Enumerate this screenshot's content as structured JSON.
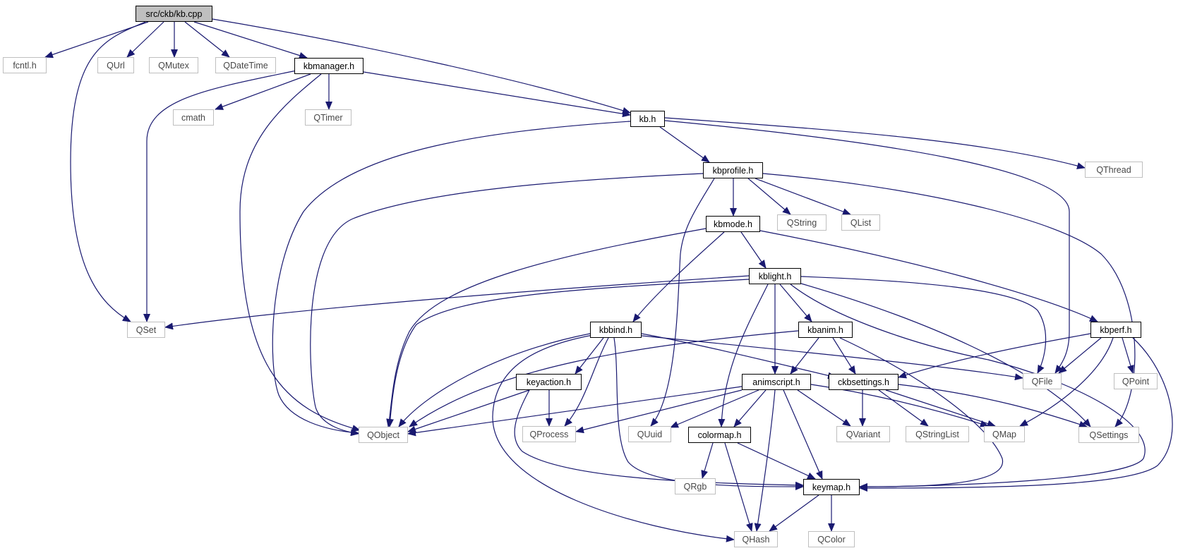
{
  "diagram": {
    "root": "src/ckb/kb.cpp",
    "nodes": [
      {
        "id": "kbcpp",
        "label": "src/ckb/kb.cpp",
        "kind": "root"
      },
      {
        "id": "fcntl",
        "label": "fcntl.h",
        "kind": "ext"
      },
      {
        "id": "qset",
        "label": "QSet",
        "kind": "ext"
      },
      {
        "id": "qurl",
        "label": "QUrl",
        "kind": "ext"
      },
      {
        "id": "qmutex",
        "label": "QMutex",
        "kind": "ext"
      },
      {
        "id": "qdatetime",
        "label": "QDateTime",
        "kind": "ext"
      },
      {
        "id": "kbmanager",
        "label": "kbmanager.h",
        "kind": "int"
      },
      {
        "id": "kb",
        "label": "kb.h",
        "kind": "int"
      },
      {
        "id": "cmath",
        "label": "cmath",
        "kind": "ext"
      },
      {
        "id": "qtimer",
        "label": "QTimer",
        "kind": "ext"
      },
      {
        "id": "qobject",
        "label": "QObject",
        "kind": "ext"
      },
      {
        "id": "qthread",
        "label": "QThread",
        "kind": "ext"
      },
      {
        "id": "kbprofile",
        "label": "kbprofile.h",
        "kind": "int"
      },
      {
        "id": "qfile",
        "label": "QFile",
        "kind": "ext"
      },
      {
        "id": "kbmode",
        "label": "kbmode.h",
        "kind": "int"
      },
      {
        "id": "qstring",
        "label": "QString",
        "kind": "ext"
      },
      {
        "id": "qlist",
        "label": "QList",
        "kind": "ext"
      },
      {
        "id": "qsettings",
        "label": "QSettings",
        "kind": "ext"
      },
      {
        "id": "quuid",
        "label": "QUuid",
        "kind": "ext"
      },
      {
        "id": "kblight",
        "label": "kblight.h",
        "kind": "int"
      },
      {
        "id": "kbbind",
        "label": "kbbind.h",
        "kind": "int"
      },
      {
        "id": "kbperf",
        "label": "kbperf.h",
        "kind": "int"
      },
      {
        "id": "kbanim",
        "label": "kbanim.h",
        "kind": "int"
      },
      {
        "id": "animscript",
        "label": "animscript.h",
        "kind": "int"
      },
      {
        "id": "colormap",
        "label": "colormap.h",
        "kind": "int"
      },
      {
        "id": "keymap",
        "label": "keymap.h",
        "kind": "int"
      },
      {
        "id": "qhash",
        "label": "QHash",
        "kind": "ext"
      },
      {
        "id": "qcolor",
        "label": "QColor",
        "kind": "ext"
      },
      {
        "id": "qrgb",
        "label": "QRgb",
        "kind": "ext"
      },
      {
        "id": "ckbsettings",
        "label": "ckbsettings.h",
        "kind": "int"
      },
      {
        "id": "qvariant",
        "label": "QVariant",
        "kind": "ext"
      },
      {
        "id": "qstringlist",
        "label": "QStringList",
        "kind": "ext"
      },
      {
        "id": "qmap",
        "label": "QMap",
        "kind": "ext"
      },
      {
        "id": "keyaction",
        "label": "keyaction.h",
        "kind": "int"
      },
      {
        "id": "qprocess",
        "label": "QProcess",
        "kind": "ext"
      },
      {
        "id": "qpoint",
        "label": "QPoint",
        "kind": "ext"
      }
    ],
    "edges": [
      {
        "from": "kbcpp",
        "to": "fcntl"
      },
      {
        "from": "kbcpp",
        "to": "qset"
      },
      {
        "from": "kbcpp",
        "to": "qurl"
      },
      {
        "from": "kbcpp",
        "to": "qmutex"
      },
      {
        "from": "kbcpp",
        "to": "qdatetime"
      },
      {
        "from": "kbcpp",
        "to": "kbmanager"
      },
      {
        "from": "kbcpp",
        "to": "kb"
      },
      {
        "from": "kbmanager",
        "to": "qset"
      },
      {
        "from": "kbmanager",
        "to": "cmath"
      },
      {
        "from": "kbmanager",
        "to": "qtimer"
      },
      {
        "from": "kbmanager",
        "to": "qobject"
      },
      {
        "from": "kbmanager",
        "to": "kb"
      },
      {
        "from": "kb",
        "to": "qobject"
      },
      {
        "from": "kb",
        "to": "kbprofile"
      },
      {
        "from": "kb",
        "to": "qthread"
      },
      {
        "from": "kb",
        "to": "qfile"
      },
      {
        "from": "kbprofile",
        "to": "qobject"
      },
      {
        "from": "kbprofile",
        "to": "quuid"
      },
      {
        "from": "kbprofile",
        "to": "kbmode"
      },
      {
        "from": "kbprofile",
        "to": "qstring"
      },
      {
        "from": "kbprofile",
        "to": "qlist"
      },
      {
        "from": "kbprofile",
        "to": "qsettings"
      },
      {
        "from": "kbmode",
        "to": "qobject"
      },
      {
        "from": "kbmode",
        "to": "kbbind"
      },
      {
        "from": "kbmode",
        "to": "kblight"
      },
      {
        "from": "kbmode",
        "to": "kbperf"
      },
      {
        "from": "kblight",
        "to": "qset"
      },
      {
        "from": "kblight",
        "to": "qobject"
      },
      {
        "from": "kblight",
        "to": "kbanim"
      },
      {
        "from": "kblight",
        "to": "animscript"
      },
      {
        "from": "kblight",
        "to": "colormap"
      },
      {
        "from": "kblight",
        "to": "qfile"
      },
      {
        "from": "kblight",
        "to": "qsettings"
      },
      {
        "from": "kblight",
        "to": "keymap"
      },
      {
        "from": "kbbind",
        "to": "qobject"
      },
      {
        "from": "kbbind",
        "to": "keyaction"
      },
      {
        "from": "kbbind",
        "to": "qprocess"
      },
      {
        "from": "kbbind",
        "to": "qhash"
      },
      {
        "from": "kbbind",
        "to": "keymap"
      },
      {
        "from": "kbbind",
        "to": "ckbsettings"
      },
      {
        "from": "kbbind",
        "to": "qfile"
      },
      {
        "from": "kbanim",
        "to": "qobject"
      },
      {
        "from": "kbanim",
        "to": "animscript"
      },
      {
        "from": "kbanim",
        "to": "ckbsettings"
      },
      {
        "from": "kbanim",
        "to": "keymap"
      },
      {
        "from": "kbperf",
        "to": "ckbsettings"
      },
      {
        "from": "kbperf",
        "to": "qfile"
      },
      {
        "from": "kbperf",
        "to": "qpoint"
      },
      {
        "from": "kbperf",
        "to": "qmap"
      },
      {
        "from": "kbperf",
        "to": "keymap"
      },
      {
        "from": "keyaction",
        "to": "qobject"
      },
      {
        "from": "keyaction",
        "to": "qprocess"
      },
      {
        "from": "keyaction",
        "to": "keymap"
      },
      {
        "from": "animscript",
        "to": "qobject"
      },
      {
        "from": "animscript",
        "to": "qprocess"
      },
      {
        "from": "animscript",
        "to": "quuid"
      },
      {
        "from": "animscript",
        "to": "colormap"
      },
      {
        "from": "animscript",
        "to": "qvariant"
      },
      {
        "from": "animscript",
        "to": "qhash"
      },
      {
        "from": "animscript",
        "to": "keymap"
      },
      {
        "from": "animscript",
        "to": "qmap"
      },
      {
        "from": "ckbsettings",
        "to": "qvariant"
      },
      {
        "from": "ckbsettings",
        "to": "qstringlist"
      },
      {
        "from": "ckbsettings",
        "to": "qmap"
      },
      {
        "from": "ckbsettings",
        "to": "qsettings"
      },
      {
        "from": "colormap",
        "to": "qrgb"
      },
      {
        "from": "colormap",
        "to": "qhash"
      },
      {
        "from": "colormap",
        "to": "keymap"
      },
      {
        "from": "keymap",
        "to": "qhash"
      },
      {
        "from": "keymap",
        "to": "qcolor"
      }
    ]
  }
}
